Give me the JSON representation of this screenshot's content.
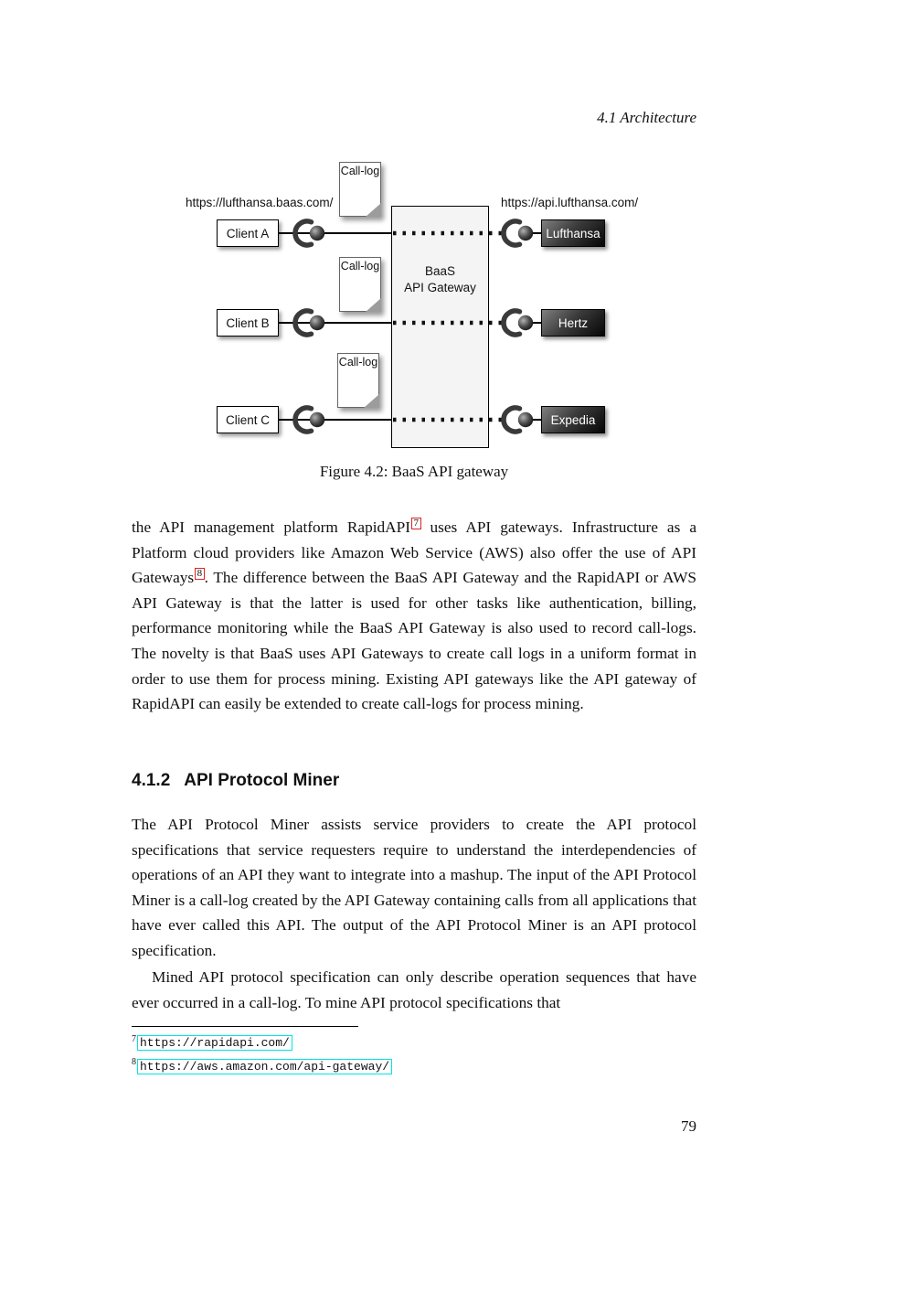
{
  "page": {
    "running_header": "4.1 Architecture",
    "page_number": "79"
  },
  "figure": {
    "caption": "Figure 4.2: BaaS API gateway",
    "left_url": "https://lufthansa.baas.com/",
    "right_url": "https://api.lufthansa.com/",
    "gateway_line1": "BaaS",
    "gateway_line2": "API Gateway",
    "calllog_label": "Call-log",
    "clients": [
      {
        "label": "Client A"
      },
      {
        "label": "Client B"
      },
      {
        "label": "Client C"
      }
    ],
    "services": [
      {
        "label": "Lufthansa"
      },
      {
        "label": "Hertz"
      },
      {
        "label": "Expedia"
      }
    ]
  },
  "content": {
    "para1_seg1": "the API management platform RapidAPI",
    "fn7_marker": "7",
    "para1_seg2": " uses API gateways. Infrastructure as a Platform cloud providers like Amazon Web Service (AWS) also offer the use of API Gateways",
    "fn8_marker": "8",
    "para1_seg3": ". The difference between the BaaS API Gateway and the RapidAPI or AWS API Gateway is that the latter is used for other tasks like authentication, billing, performance monitoring while the BaaS API Gateway is also used to record call-logs. The novelty is that BaaS uses API Gateways to create call logs in a uniform format in order to use them for process mining. Existing API gateways like the API gateway of RapidAPI can easily be extended to create call-logs for process mining.",
    "heading_number": "4.1.2",
    "heading_title": "API Protocol Miner",
    "para2": "The API Protocol Miner assists service providers to create the API protocol specifications that service requesters require to understand the interdependencies of operations of an API they want to integrate into a mashup. The input of the API Protocol Miner is a call-log created by the API Gateway containing calls from all applications that have ever called this API. The output of the API Protocol Miner is an API protocol specification.",
    "para3": "Mined API protocol specification can only describe operation sequences that have ever occurred in a call-log. To mine API protocol specifications that",
    "footnotes": [
      {
        "marker": "7",
        "url": "https://rapidapi.com/"
      },
      {
        "marker": "8",
        "url": "https://aws.amazon.com/api-gateway/"
      }
    ]
  },
  "colors": {
    "footnote_link_box": "#dd2222",
    "footnote_url_box": "#00e5e5",
    "service_box_dark": "#050505",
    "gateway_fill": "#f4f4f4"
  }
}
